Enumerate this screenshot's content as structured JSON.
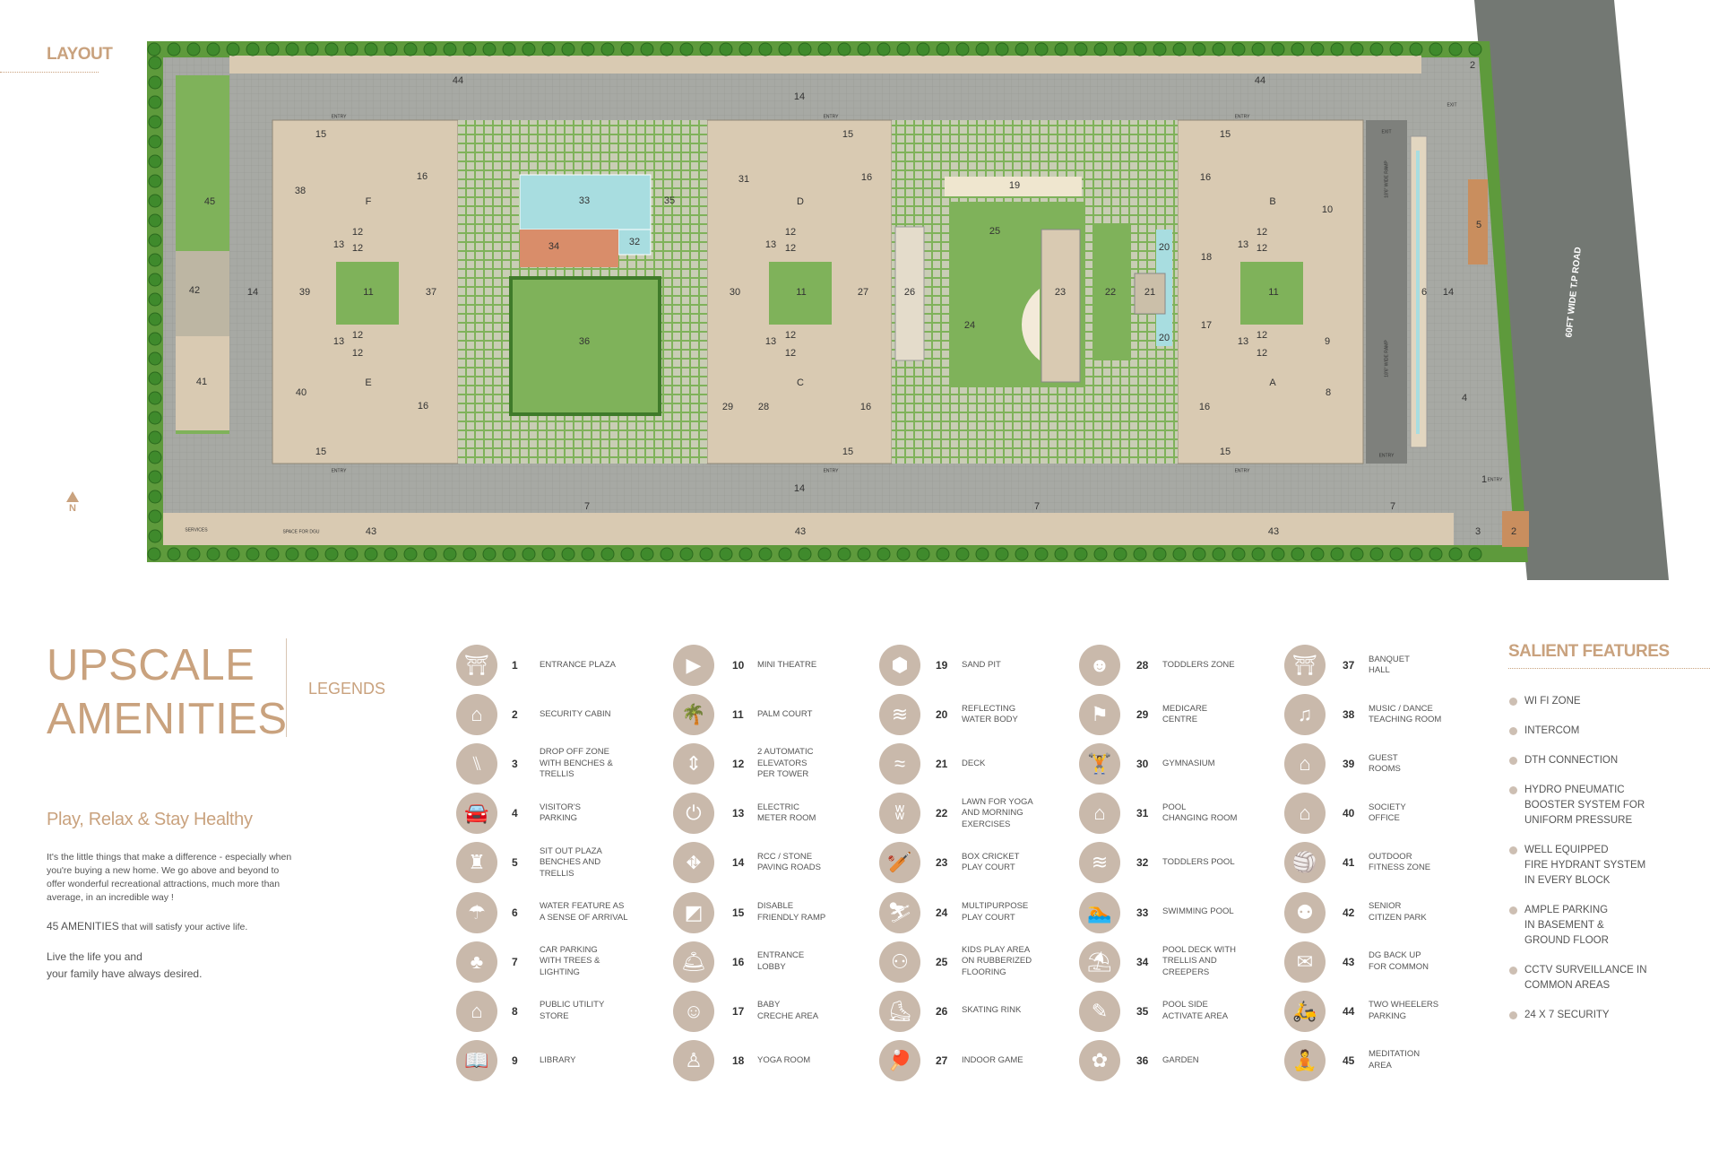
{
  "layout_title": "LAYOUT",
  "north_label": "N",
  "site_plan": {
    "road_label": "60FT WIDE T.P ROAD",
    "labels": [
      "44",
      "44",
      "14",
      "2",
      "45",
      "42",
      "41",
      "14",
      "38",
      "F",
      "16",
      "13",
      "12",
      "12",
      "11",
      "39",
      "37",
      "13",
      "12",
      "12",
      "40",
      "E",
      "16",
      "15",
      "15",
      "33",
      "34",
      "32",
      "35",
      "36",
      "31",
      "D",
      "16",
      "13",
      "12",
      "12",
      "11",
      "30",
      "27",
      "13",
      "12",
      "12",
      "C",
      "29",
      "28",
      "16",
      "15",
      "15",
      "26",
      "19",
      "25",
      "24",
      "23",
      "22",
      "21",
      "20",
      "20",
      "16",
      "B",
      "10",
      "18",
      "13",
      "12",
      "12",
      "11",
      "17",
      "9",
      "13",
      "12",
      "12",
      "A",
      "8",
      "16",
      "15",
      "15",
      "6",
      "14",
      "5",
      "4",
      "1",
      "3",
      "2",
      "14",
      "7",
      "7",
      "7",
      "43",
      "43",
      "43",
      "SERVICES",
      "SPACE FOR DGU",
      "ENTRY",
      "ENTRY",
      "ENTRY",
      "ENTRY",
      "ENTRY",
      "ENTRY",
      "EXIT",
      "ENTRY",
      "18'6\" WIDE RAMP",
      "18'6\" WIDE RAMP",
      "EXIT",
      "ENTRY"
    ],
    "colors": {
      "paving": "#a7a9a4",
      "lawn": "#7fb25a",
      "border_green": "#5e9a3c",
      "block": "#d9cab2",
      "pool": "#a8dde0",
      "deck": "#d98d6a",
      "road": "#737873"
    }
  },
  "amenities_heading": "UPSCALE\nAMENITIES",
  "legends_title": "LEGENDS",
  "tagline": "Play, Relax & Stay Healthy",
  "intro": "It's the little things that make a difference - especially when you're buying a new home. We go above and beyond to offer wonderful recreational attractions, much more than average, in an incredible way !",
  "count_strong": "45 AMENITIES",
  "count_rest": " that will satisfy your active life.",
  "closing": "Live the life you and\nyour family have always desired.",
  "legend": [
    {
      "num": "1",
      "label": "ENTRANCE PLAZA",
      "icon": "entrance-icon"
    },
    {
      "num": "2",
      "label": "SECURITY CABIN",
      "icon": "security-guard-icon"
    },
    {
      "num": "3",
      "label": "DROP OFF ZONE\nWITH BENCHES &\nTRELLIS",
      "icon": "bench-icon"
    },
    {
      "num": "4",
      "label": "VISITOR'S\nPARKING",
      "icon": "car-icon"
    },
    {
      "num": "5",
      "label": "SIT OUT PLAZA\nBENCHES AND\nTRELLIS",
      "icon": "sitting-icon"
    },
    {
      "num": "6",
      "label": "WATER FEATURE AS\nA SENSE OF ARRIVAL",
      "icon": "water-drops-icon"
    },
    {
      "num": "7",
      "label": "CAR PARKING\nWITH TREES &\nLIGHTING",
      "icon": "car-tree-icon"
    },
    {
      "num": "8",
      "label": "PUBLIC UTILITY\nSTORE",
      "icon": "store-icon"
    },
    {
      "num": "9",
      "label": "LIBRARY",
      "icon": "book-icon"
    },
    {
      "num": "10",
      "label": "MINI THEATRE",
      "icon": "theatre-icon"
    },
    {
      "num": "11",
      "label": "PALM COURT",
      "icon": "palm-icon"
    },
    {
      "num": "12",
      "label": "2 AUTOMATIC\nELEVATORS\nPER TOWER",
      "icon": "elevator-icon"
    },
    {
      "num": "13",
      "label": "ELECTRIC\nMETER ROOM",
      "icon": "plug-icon"
    },
    {
      "num": "14",
      "label": "RCC / STONE\nPAVING ROADS",
      "icon": "road-icon"
    },
    {
      "num": "15",
      "label": "DISABLE\nFRIENDLY RAMP",
      "icon": "ramp-icon"
    },
    {
      "num": "16",
      "label": "ENTRANCE\nLOBBY",
      "icon": "reception-bell-icon"
    },
    {
      "num": "17",
      "label": "BABY\nCRECHE  AREA",
      "icon": "baby-face-icon"
    },
    {
      "num": "18",
      "label": "YOGA ROOM",
      "icon": "yoga-icon"
    },
    {
      "num": "19",
      "label": "SAND PIT",
      "icon": "sand-icon"
    },
    {
      "num": "20",
      "label": "REFLECTING\nWATER BODY",
      "icon": "float-icon"
    },
    {
      "num": "21",
      "label": "DECK",
      "icon": "deck-icon"
    },
    {
      "num": "22",
      "label": "LAWN FOR YOGA\nAND MORNING\nEXERCISES",
      "icon": "grass-icon"
    },
    {
      "num": "23",
      "label": "BOX CRICKET\nPLAY COURT",
      "icon": "cricket-icon"
    },
    {
      "num": "24",
      "label": "MULTIPURPOSE\nPLAY COURT",
      "icon": "slide-icon"
    },
    {
      "num": "25",
      "label": "KIDS PLAY AREA\nON RUBBERIZED\nFLOORING",
      "icon": "kids-icon"
    },
    {
      "num": "26",
      "label": "SKATING RINK",
      "icon": "skater-icon"
    },
    {
      "num": "27",
      "label": "INDOOR GAME",
      "icon": "table-tennis-icon"
    },
    {
      "num": "28",
      "label": "TODDLERS ZONE",
      "icon": "toddler-icon"
    },
    {
      "num": "29",
      "label": "MEDICARE\nCENTRE",
      "icon": "medical-flag-icon"
    },
    {
      "num": "30",
      "label": "GYMNASIUM",
      "icon": "dumbbell-icon"
    },
    {
      "num": "31",
      "label": "POOL\nCHANGING ROOM",
      "icon": "pool-ladder-icon"
    },
    {
      "num": "32",
      "label": "TODDLERS POOL",
      "icon": "toddler-pool-icon"
    },
    {
      "num": "33",
      "label": "SWIMMING POOL",
      "icon": "swimmer-icon"
    },
    {
      "num": "34",
      "label": "POOL DECK WITH\nTRELLIS AND\nCREEPERS",
      "icon": "umbrella-icon"
    },
    {
      "num": "35",
      "label": "POOL SIDE\nACTIVATE AREA",
      "icon": "poolside-icon"
    },
    {
      "num": "36",
      "label": "GARDEN",
      "icon": "garden-icon"
    },
    {
      "num": "37",
      "label": "BANQUET\nHALL",
      "icon": "banquet-icon"
    },
    {
      "num": "38",
      "label": "MUSIC / DANCE\nTEACHING ROOM",
      "icon": "music-icon"
    },
    {
      "num": "39",
      "label": "GUEST\nROOMS",
      "icon": "guest-icon"
    },
    {
      "num": "40",
      "label": "SOCIETY\nOFFICE",
      "icon": "office-icon"
    },
    {
      "num": "41",
      "label": "OUTDOOR\nFITNESS ZONE",
      "icon": "volleyball-icon"
    },
    {
      "num": "42",
      "label": "SENIOR\nCITIZEN PARK",
      "icon": "seniors-icon"
    },
    {
      "num": "43",
      "label": "DG  BACK UP\nFOR COMMON",
      "icon": "envelope-icon"
    },
    {
      "num": "44",
      "label": "TWO WHEELERS\nPARKING",
      "icon": "scooter-icon"
    },
    {
      "num": "45",
      "label": "MEDITATION\nAREA",
      "icon": "meditation-icon"
    }
  ],
  "salient_features": {
    "title": "SALIENT FEATURES",
    "items": [
      "WI FI ZONE",
      "INTERCOM",
      "DTH CONNECTION",
      "HYDRO PNEUMATIC\nBOOSTER SYSTEM FOR\nUNIFORM PRESSURE",
      "WELL EQUIPPED\nFIRE HYDRANT SYSTEM\nIN EVERY BLOCK",
      "AMPLE PARKING\nIN BASEMENT &\nGROUND FLOOR",
      "CCTV SURVEILLANCE IN\nCOMMON AREAS",
      "24 X 7 SECURITY"
    ]
  }
}
